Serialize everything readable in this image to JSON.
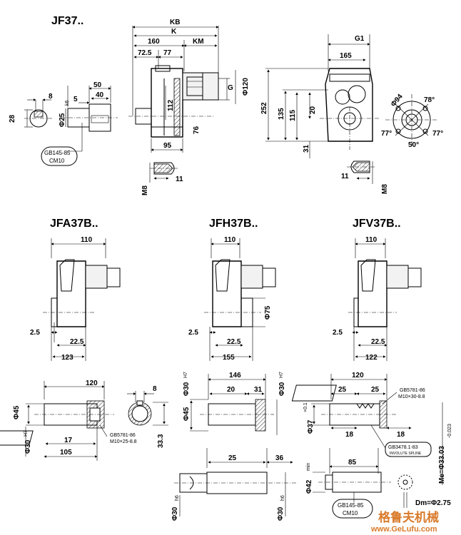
{
  "titles": {
    "jf37": "JF37..",
    "jfa37b": "JFA37B..",
    "jfh37b": "JFH37B..",
    "jfv37b": "JFV37B.."
  },
  "top_view": {
    "kb": "KB",
    "k": "K",
    "v160": "160",
    "km": "KM",
    "v72_5": "72.5",
    "v77": "77",
    "g": "G",
    "phi120": "Φ120",
    "v112": "112",
    "v76": "76",
    "v95": "95",
    "g1": "G1",
    "v165": "165",
    "v252": "252",
    "v135": "135",
    "v115": "115",
    "v20": "20",
    "v31": "31",
    "phi94": "Φ94",
    "a78": "78°",
    "a77l": "77°",
    "a77r": "77°",
    "a50": "50°"
  },
  "shaft_detail": {
    "v50": "50",
    "v40": "40",
    "v5": "5",
    "v8": "8",
    "v28": "28",
    "phi25": "Φ25",
    "tol_k6": "k6",
    "gb_label": "GB145-85",
    "cm_label": "CM10"
  },
  "centre_holes": {
    "left_m8": "M8",
    "left_11": "11",
    "right_11": "11",
    "right_m8": "M8"
  },
  "jfa": {
    "v110": "110",
    "v2_5": "2.5",
    "v22_5": "22.5",
    "v123": "123"
  },
  "jfh": {
    "v110": "110",
    "phi75": "Φ75",
    "v2_5": "2.5",
    "v22_5": "22.5",
    "v155": "155"
  },
  "jfv": {
    "v110": "110",
    "v2_5": "2.5",
    "v22_5": "22.5",
    "v122": "122"
  },
  "jfa_shaft": {
    "v120": "120",
    "phi45": "Φ45",
    "phi30": "Φ30",
    "tol_h7": "H7",
    "v17": "17",
    "v105": "105",
    "v8": "8",
    "v33_3": "33.3",
    "gb": "GB5781-86",
    "m10": "M10×25-8.8"
  },
  "jfh_shaft": {
    "v146": "146",
    "v20": "20",
    "v31": "31",
    "phi30_l": "Φ30",
    "phi30_r": "Φ30",
    "tol_h7": "H7",
    "phi45": "Φ45",
    "v25": "25",
    "v36": "36",
    "phi30_l2": "Φ30",
    "phi30_r2": "Φ30",
    "tol_h6": "h6"
  },
  "jfv_shaft": {
    "v120": "120",
    "v25a": "25",
    "v25b": "25",
    "gb": "GB5781-86",
    "m10": "M10×30-8.8",
    "phi37": "Φ37",
    "tol": "+0.1",
    "v18a": "18",
    "v18b": "18",
    "me": "Me=Φ33.03",
    "me_tol": "-0.023",
    "gb3478": "GB3478.1-83",
    "involute_note": "INVOLUTE SPLINE",
    "v85": "85",
    "phi42": "Φ42",
    "min": "min",
    "dm": "Dm=Φ2.75",
    "gb145": "GB145-85",
    "cm10": "CM10"
  },
  "watermark": {
    "cn": "格鲁夫机械",
    "url": "www.GeLufu.com"
  }
}
